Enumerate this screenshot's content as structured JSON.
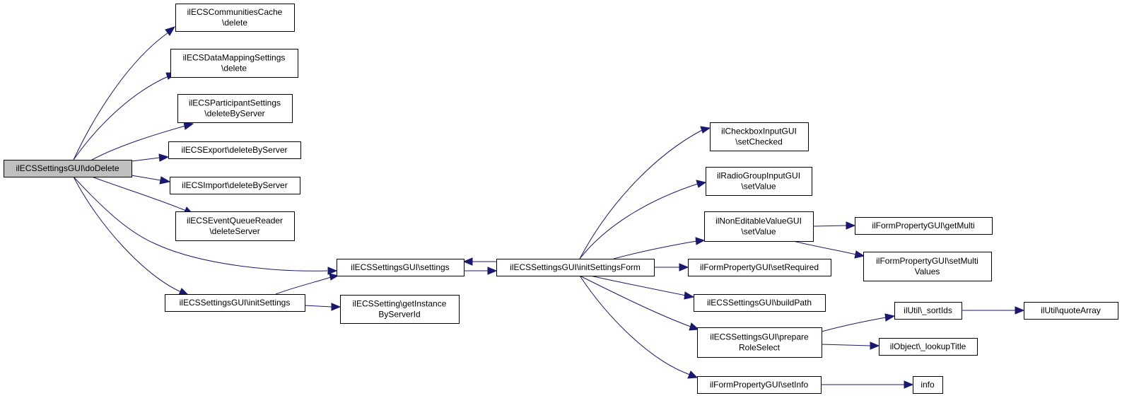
{
  "colors": {
    "node_fill": "#ffffff",
    "root_fill": "#bfbfbf",
    "node_border": "#000000",
    "edge": "#191970"
  },
  "nodes": [
    {
      "id": "doDelete",
      "lines": [
        "ilECSSettingsGUI\\doDelete"
      ],
      "root": true
    },
    {
      "id": "communitiesCache",
      "lines": [
        "ilECSCommunitiesCache",
        "\\delete"
      ]
    },
    {
      "id": "dataMapping",
      "lines": [
        "ilECSDataMappingSettings",
        "\\delete"
      ]
    },
    {
      "id": "participant",
      "lines": [
        "ilECSParticipantSettings",
        "\\deleteByServer"
      ]
    },
    {
      "id": "export",
      "lines": [
        "ilECSExport\\deleteByServer"
      ]
    },
    {
      "id": "import",
      "lines": [
        "ilECSImport\\deleteByServer"
      ]
    },
    {
      "id": "eventQueue",
      "lines": [
        "ilECSEventQueueReader",
        "\\deleteServer"
      ]
    },
    {
      "id": "settings",
      "lines": [
        "ilECSSettingsGUI\\settings"
      ]
    },
    {
      "id": "initSettings",
      "lines": [
        "ilECSSettingsGUI\\initSettings"
      ]
    },
    {
      "id": "getInstance",
      "lines": [
        "ilECSSetting\\getInstance",
        "ByServerId"
      ]
    },
    {
      "id": "initSettingsForm",
      "lines": [
        "ilECSSettingsGUI\\initSettingsForm"
      ]
    },
    {
      "id": "setChecked",
      "lines": [
        "ilCheckboxInputGUI",
        "\\setChecked"
      ]
    },
    {
      "id": "radioSetValue",
      "lines": [
        "ilRadioGroupInputGUI",
        "\\setValue"
      ]
    },
    {
      "id": "nonEditSetValue",
      "lines": [
        "ilNonEditableValueGUI",
        "\\setValue"
      ]
    },
    {
      "id": "setRequired",
      "lines": [
        "ilFormPropertyGUI\\setRequired"
      ]
    },
    {
      "id": "buildPath",
      "lines": [
        "ilECSSettingsGUI\\buildPath"
      ]
    },
    {
      "id": "prepareRoleSelect",
      "lines": [
        "ilECSSettingsGUI\\prepare",
        "RoleSelect"
      ]
    },
    {
      "id": "setInfo",
      "lines": [
        "ilFormPropertyGUI\\setInfo"
      ]
    },
    {
      "id": "getMulti",
      "lines": [
        "ilFormPropertyGUI\\getMulti"
      ]
    },
    {
      "id": "setMultiValues",
      "lines": [
        "ilFormPropertyGUI\\setMulti",
        "Values"
      ]
    },
    {
      "id": "sortIds",
      "lines": [
        "ilUtil\\_sortIds"
      ]
    },
    {
      "id": "quoteArray",
      "lines": [
        "ilUtil\\quoteArray"
      ]
    },
    {
      "id": "lookupTitle",
      "lines": [
        "ilObject\\_lookupTitle"
      ]
    },
    {
      "id": "info",
      "lines": [
        "info"
      ]
    }
  ],
  "edges": [
    {
      "from": "doDelete",
      "to": "communitiesCache"
    },
    {
      "from": "doDelete",
      "to": "dataMapping"
    },
    {
      "from": "doDelete",
      "to": "participant"
    },
    {
      "from": "doDelete",
      "to": "export"
    },
    {
      "from": "doDelete",
      "to": "import"
    },
    {
      "from": "doDelete",
      "to": "eventQueue"
    },
    {
      "from": "doDelete",
      "to": "settings"
    },
    {
      "from": "doDelete",
      "to": "initSettings"
    },
    {
      "from": "initSettings",
      "to": "settings"
    },
    {
      "from": "initSettings",
      "to": "getInstance"
    },
    {
      "from": "settings",
      "to": "initSettingsForm"
    },
    {
      "from": "initSettingsForm",
      "to": "settings"
    },
    {
      "from": "initSettingsForm",
      "to": "setChecked"
    },
    {
      "from": "initSettingsForm",
      "to": "radioSetValue"
    },
    {
      "from": "initSettingsForm",
      "to": "nonEditSetValue"
    },
    {
      "from": "initSettingsForm",
      "to": "setRequired"
    },
    {
      "from": "initSettingsForm",
      "to": "buildPath"
    },
    {
      "from": "initSettingsForm",
      "to": "prepareRoleSelect"
    },
    {
      "from": "initSettingsForm",
      "to": "setInfo"
    },
    {
      "from": "nonEditSetValue",
      "to": "getMulti"
    },
    {
      "from": "nonEditSetValue",
      "to": "setMultiValues"
    },
    {
      "from": "prepareRoleSelect",
      "to": "sortIds"
    },
    {
      "from": "prepareRoleSelect",
      "to": "lookupTitle"
    },
    {
      "from": "sortIds",
      "to": "quoteArray"
    },
    {
      "from": "setInfo",
      "to": "info"
    }
  ]
}
